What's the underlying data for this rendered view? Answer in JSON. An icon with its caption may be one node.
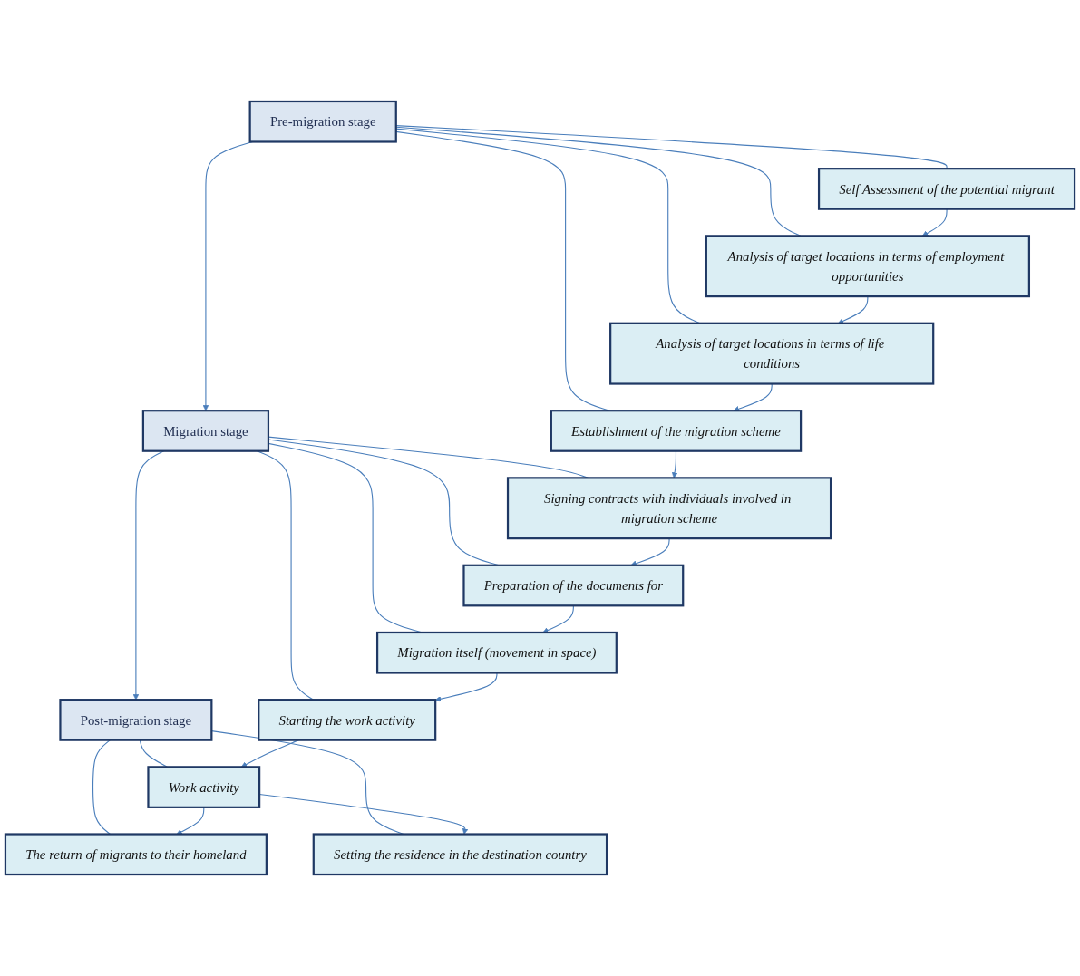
{
  "diagram": {
    "nodes": [
      {
        "text": [
          "Pre-migration stage"
        ]
      },
      {
        "text": [
          "Migration stage"
        ]
      },
      {
        "text": [
          "Post-migration stage"
        ]
      },
      {
        "text": [
          "Self Assessment of the potential migrant"
        ]
      },
      {
        "text": [
          "Analysis of target locations in terms of employment opportunities"
        ]
      },
      {
        "text": [
          "Analysis of target locations in terms of life conditions"
        ]
      },
      {
        "text": [
          "Establishment of the migration scheme"
        ]
      },
      {
        "text": [
          "Signing contracts with individuals involved in migration scheme"
        ]
      },
      {
        "text": [
          "Preparation of the documents for"
        ]
      },
      {
        "text": [
          "Migration itself (movement in space)"
        ]
      },
      {
        "text": [
          "Starting the work activity"
        ]
      },
      {
        "text": [
          "Work activity"
        ]
      },
      {
        "text": [
          "The return of migrants to their homeland"
        ]
      },
      {
        "text": [
          "Setting the residence in the destination country"
        ]
      }
    ],
    "edges": [
      {
        "from": 0,
        "to": 1,
        "arrow": "to"
      },
      {
        "from": 1,
        "to": 2,
        "arrow": "to"
      },
      {
        "from": 0,
        "to": 3,
        "arrow": "none"
      },
      {
        "from": 0,
        "to": 4,
        "arrow": "none"
      },
      {
        "from": 0,
        "to": 5,
        "arrow": "none"
      },
      {
        "from": 0,
        "to": 6,
        "arrow": "none"
      },
      {
        "from": 1,
        "to": 7,
        "arrow": "none"
      },
      {
        "from": 1,
        "to": 8,
        "arrow": "none"
      },
      {
        "from": 1,
        "to": 9,
        "arrow": "none"
      },
      {
        "from": 1,
        "to": 10,
        "arrow": "none"
      },
      {
        "from": 2,
        "to": 11,
        "arrow": "none"
      },
      {
        "from": 2,
        "to": 12,
        "arrow": "none"
      },
      {
        "from": 2,
        "to": 13,
        "arrow": "none"
      },
      {
        "from": 3,
        "to": 4,
        "arrow": "to"
      },
      {
        "from": 4,
        "to": 5,
        "arrow": "to"
      },
      {
        "from": 5,
        "to": 6,
        "arrow": "to"
      },
      {
        "from": 6,
        "to": 7,
        "arrow": "to"
      },
      {
        "from": 7,
        "to": 8,
        "arrow": "to"
      },
      {
        "from": 8,
        "to": 9,
        "arrow": "to"
      },
      {
        "from": 9,
        "to": 10,
        "arrow": "to"
      },
      {
        "from": 10,
        "to": 11,
        "arrow": "to"
      },
      {
        "from": 11,
        "to": 12,
        "arrow": "to"
      },
      {
        "from": 11,
        "to": 13,
        "arrow": "to"
      }
    ]
  }
}
